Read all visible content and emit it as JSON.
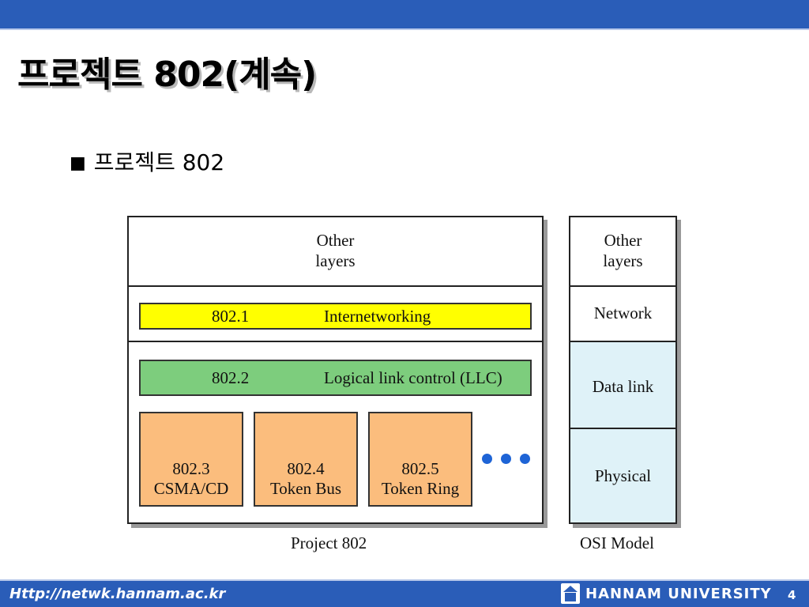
{
  "slide": {
    "title": "프로젝트 802(계속)",
    "bullet_marker": "■",
    "bullet_text": "프로젝트 802"
  },
  "diagram": {
    "project802": {
      "other_layers_line1": "Other",
      "other_layers_line2": "layers",
      "internetworking_code": "802.1",
      "internetworking_label": "Internetworking",
      "llc_code": "802.2",
      "llc_label": "Logical link control (LLC)",
      "mac_blocks": [
        {
          "code": "802.3",
          "name": "CSMA/CD"
        },
        {
          "code": "802.4",
          "name": "Token Bus"
        },
        {
          "code": "802.5",
          "name": "Token Ring"
        }
      ],
      "caption": "Project 802"
    },
    "osi": {
      "other_layers_line1": "Other",
      "other_layers_line2": "layers",
      "network": "Network",
      "data_link": "Data link",
      "physical": "Physical",
      "caption": "OSI Model"
    },
    "colors": {
      "internetworking_fill": "#ffff00",
      "llc_fill": "#7dcd7d",
      "mac_fill": "#fbbd7d",
      "osi_lower_fill": "#dff2f8",
      "dots": "#1e64d6"
    }
  },
  "footer": {
    "url": "Http://netwk.hannam.ac.kr",
    "university": "HANNAM UNIVERSITY",
    "page_number": "4"
  }
}
